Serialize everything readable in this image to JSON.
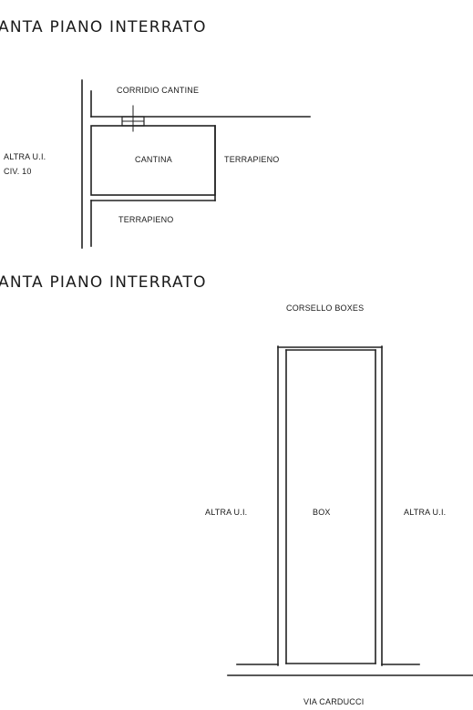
{
  "plan_top": {
    "heading": "ANTA PIANO INTERRATO",
    "labels": {
      "corridor": "CORRIDIO CANTINE",
      "room": "CANTINA",
      "left_unit_line1": "ALTRA U.I.",
      "left_unit_line2": "CIV. 10",
      "right_side": "TERRAPIENO",
      "bottom_side": "TERRAPIENO"
    }
  },
  "plan_bottom": {
    "heading": "ANTA PIANO INTERRATO",
    "labels": {
      "top_access": "CORSELLO BOXES",
      "box": "BOX",
      "left_unit": "ALTRA U.I.",
      "right_unit": "ALTRA U.I.",
      "street": "VIA CARDUCCI"
    }
  },
  "style": {
    "line_color": "#222222",
    "background": "#ffffff"
  }
}
